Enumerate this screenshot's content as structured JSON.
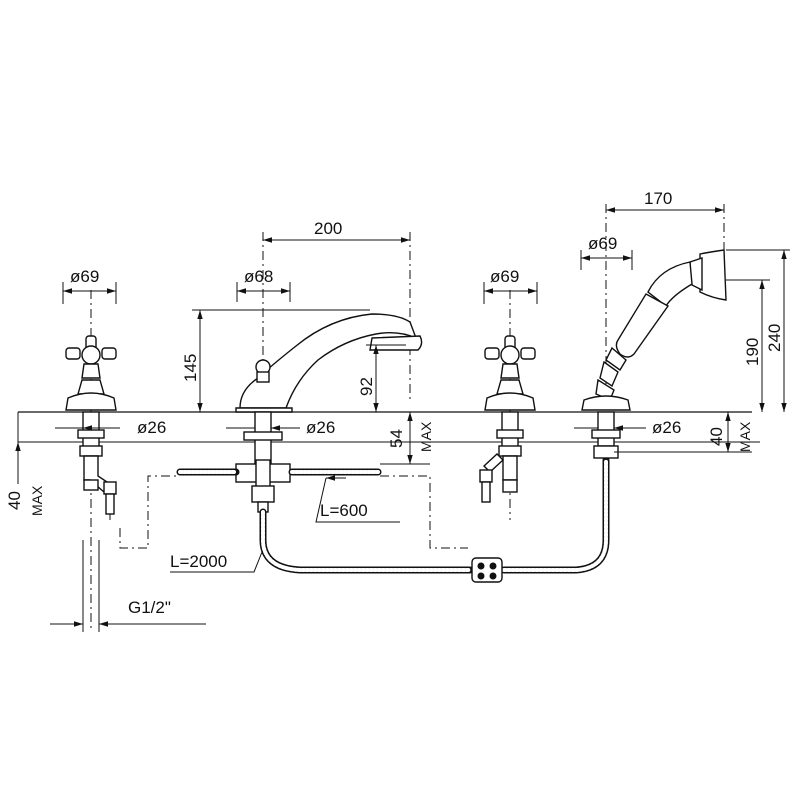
{
  "drawing": {
    "left_valve": {
      "top_diameter": "ø69",
      "shank_diameter": "ø26",
      "height_below": "40",
      "height_below_note": "MAX",
      "connection": "G1/2\""
    },
    "spout": {
      "top_diameter": "ø68",
      "reach": "200",
      "height": "145",
      "outlet_height": "92",
      "shank_diameter": "ø26",
      "height_below": "54",
      "height_below_note": "MAX"
    },
    "right_valve": {
      "top_diameter": "ø69"
    },
    "hand_shower": {
      "reach": "170",
      "top_diameter": "ø69",
      "height_low": "190",
      "height_high": "240",
      "shank_diameter": "ø26",
      "height_below": "40",
      "height_below_note": "MAX"
    },
    "hoses": {
      "short_length": "L=600",
      "long_length": "L=2000"
    }
  }
}
